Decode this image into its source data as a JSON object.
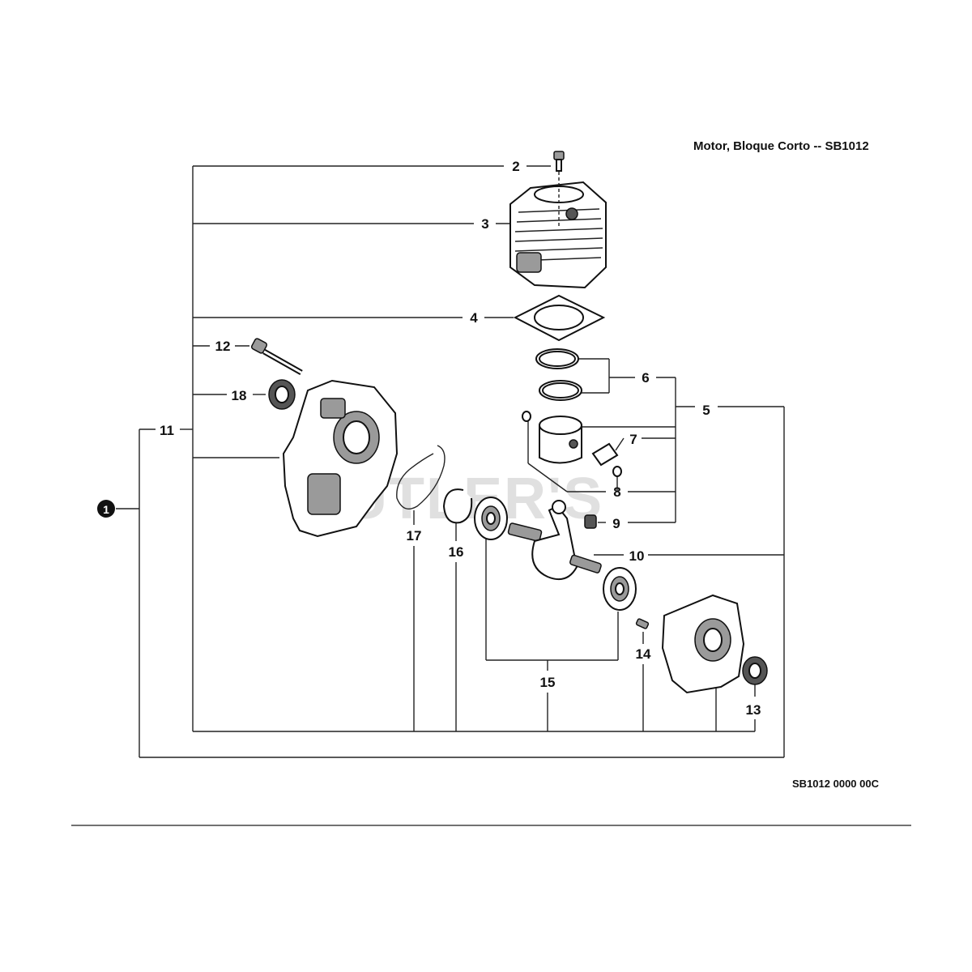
{
  "diagram": {
    "title": "Motor, Bloque Corto -- SB1012",
    "drawing_code": "SB1012 0000 00C",
    "watermark": "CUTLER'S",
    "assembly_badge": "1",
    "callouts": [
      {
        "id": "c2",
        "label": "2"
      },
      {
        "id": "c3",
        "label": "3"
      },
      {
        "id": "c4",
        "label": "4"
      },
      {
        "id": "c5",
        "label": "5"
      },
      {
        "id": "c6",
        "label": "6"
      },
      {
        "id": "c7",
        "label": "7"
      },
      {
        "id": "c8",
        "label": "8"
      },
      {
        "id": "c9",
        "label": "9"
      },
      {
        "id": "c10",
        "label": "10"
      },
      {
        "id": "c11",
        "label": "11"
      },
      {
        "id": "c12",
        "label": "12"
      },
      {
        "id": "c13",
        "label": "13"
      },
      {
        "id": "c14",
        "label": "14"
      },
      {
        "id": "c15",
        "label": "15"
      },
      {
        "id": "c16",
        "label": "16"
      },
      {
        "id": "c17",
        "label": "17"
      },
      {
        "id": "c18",
        "label": "18"
      }
    ]
  }
}
